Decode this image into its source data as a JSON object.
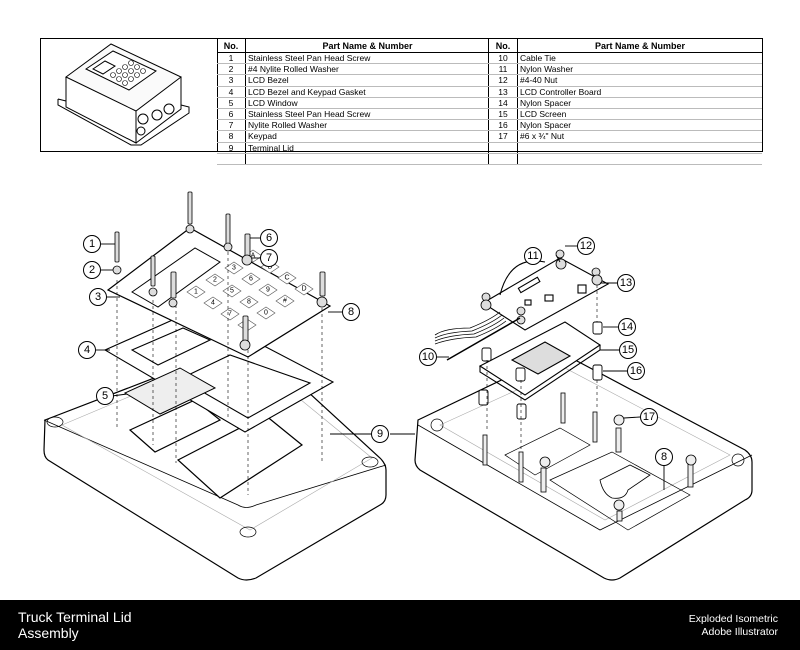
{
  "parts_table": {
    "header_no": "No.",
    "header_name": "Part Name & Number",
    "left_rows": [
      {
        "no": "1",
        "name": "Stainless Steel Pan Head Screw"
      },
      {
        "no": "2",
        "name": "#4 Nylite Rolled Washer"
      },
      {
        "no": "3",
        "name": "LCD Bezel"
      },
      {
        "no": "4",
        "name": "LCD Bezel and Keypad Gasket"
      },
      {
        "no": "5",
        "name": "LCD Window"
      },
      {
        "no": "6",
        "name": "Stainless Steel Pan Head Screw"
      },
      {
        "no": "7",
        "name": "Nylite Rolled Washer"
      },
      {
        "no": "8",
        "name": "Keypad"
      },
      {
        "no": "9",
        "name": "Terminal Lid"
      },
      {
        "no": "",
        "name": ""
      }
    ],
    "right_rows": [
      {
        "no": "10",
        "name": "Cable Tie"
      },
      {
        "no": "11",
        "name": "Nylon Washer"
      },
      {
        "no": "12",
        "name": "#4-40 Nut"
      },
      {
        "no": "13",
        "name": "LCD Controller Board"
      },
      {
        "no": "14",
        "name": "Nylon Spacer"
      },
      {
        "no": "15",
        "name": "LCD Screen"
      },
      {
        "no": "16",
        "name": "Nylon Spacer"
      },
      {
        "no": "17",
        "name": "#6 x ¾\" Nut"
      },
      {
        "no": "",
        "name": ""
      },
      {
        "no": "",
        "name": ""
      }
    ]
  },
  "callouts": {
    "c1": "1",
    "c2": "2",
    "c3": "3",
    "c4": "4",
    "c5": "5",
    "c6": "6",
    "c7": "7",
    "c8": "8",
    "c9": "9",
    "c10": "10",
    "c11": "11",
    "c12": "12",
    "c13": "13",
    "c14": "14",
    "c15": "15",
    "c16": "16",
    "c17": "17",
    "c8b": "8"
  },
  "keypad_keys": [
    "1",
    "2",
    "3",
    "A",
    "4",
    "5",
    "6",
    "B",
    "7",
    "8",
    "9",
    "C",
    "*",
    "0",
    "#",
    "D"
  ],
  "footer": {
    "title_line1": "Truck Terminal Lid",
    "title_line2": "Assembly",
    "meta_line1": "Exploded Isometric",
    "meta_line2": "Adobe Illustrator"
  }
}
